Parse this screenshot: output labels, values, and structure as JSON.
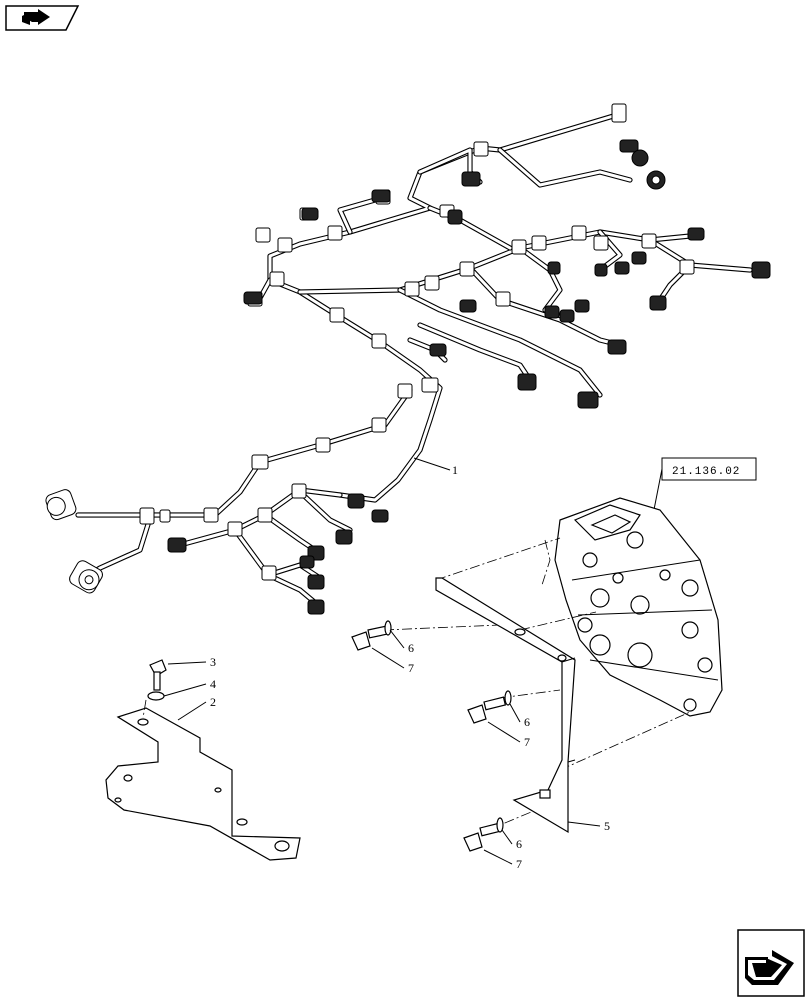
{
  "reference_box": {
    "label": "21.136.02"
  },
  "callouts": {
    "c1": "1",
    "c2": "2",
    "c3": "3",
    "c4": "4",
    "c5": "5",
    "c6a": "6",
    "c7a": "7",
    "c6b": "6",
    "c7b": "7",
    "c6c": "6",
    "c7c": "7"
  },
  "icons": {
    "top_left": "previous-page-arrow-icon",
    "bottom_right": "next-page-arrow-icon"
  },
  "colors": {
    "ink": "#000000",
    "paper": "#ffffff"
  }
}
